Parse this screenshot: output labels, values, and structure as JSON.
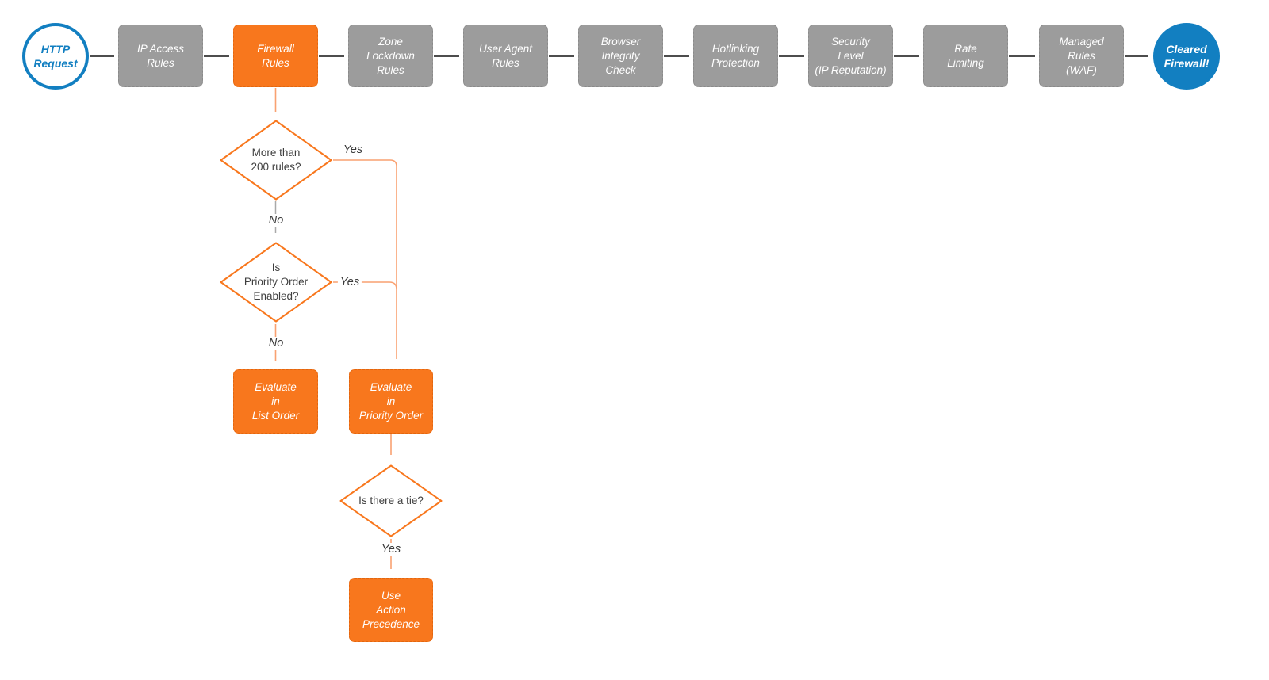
{
  "colors": {
    "node_orange": "#F8771D",
    "node_gray": "#9C9C9C",
    "node_blue": "#127FC1",
    "arrow_dark": "#4D4D4D",
    "connector_light_orange": "#F9A171",
    "text_dark": "#3F3F3F",
    "node_text": "#FFFFFF"
  },
  "flow": {
    "start": {
      "label": "HTTP\nRequest"
    },
    "steps": [
      {
        "label": "IP Access\nRules",
        "variant": "gray"
      },
      {
        "label": "Firewall\nRules",
        "variant": "orange"
      },
      {
        "label": "Zone\nLockdown\nRules",
        "variant": "gray"
      },
      {
        "label": "User Agent\nRules",
        "variant": "gray"
      },
      {
        "label": "Browser\nIntegrity\nCheck",
        "variant": "gray"
      },
      {
        "label": "Hotlinking\nProtection",
        "variant": "gray"
      },
      {
        "label": "Security\nLevel\n(IP Reputation)",
        "variant": "gray"
      },
      {
        "label": "Rate\nLimiting",
        "variant": "gray"
      },
      {
        "label": "Managed\nRules\n(WAF)",
        "variant": "gray"
      }
    ],
    "end": {
      "label": "Cleared\nFirewall!"
    }
  },
  "decisions": {
    "rules_count": {
      "label": "More than\n200 rules?",
      "yes": "Yes",
      "no": "No"
    },
    "priority_enabled": {
      "label": "Is\nPriority Order\nEnabled?",
      "yes": "Yes",
      "no": "No"
    },
    "tie": {
      "label": "Is there a tie?",
      "yes": "Yes"
    }
  },
  "outcomes": {
    "list_order": {
      "label": "Evaluate\nin\nList Order"
    },
    "priority_order": {
      "label": "Evaluate\nin\nPriority Order"
    },
    "action_precedence": {
      "label": "Use\nAction\nPrecedence"
    }
  }
}
